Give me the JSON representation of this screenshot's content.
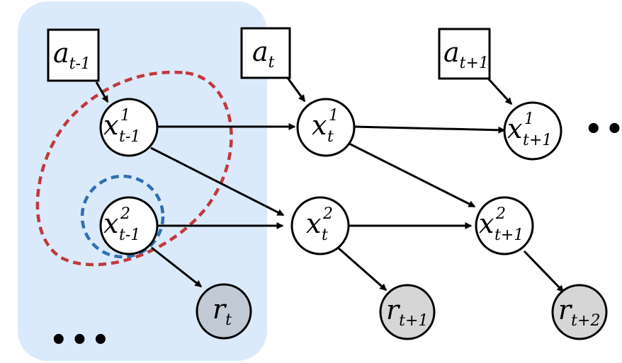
{
  "colors": {
    "panel_fill": "#dbeafb",
    "red_dashed": "#c0393b",
    "blue_dashed": "#2f6fb3",
    "observed_past": "#c2cad6",
    "observed": "#d6d6d6"
  },
  "actions": [
    {
      "base": "a",
      "sub": "t-1"
    },
    {
      "base": "a",
      "sub": "t"
    },
    {
      "base": "a",
      "sub": "t+1"
    }
  ],
  "states": [
    {
      "base": "x",
      "sup": "1",
      "sub": "t-1"
    },
    {
      "base": "x",
      "sup": "2",
      "sub": "t-1"
    },
    {
      "base": "x",
      "sup": "1",
      "sub": "t"
    },
    {
      "base": "x",
      "sup": "2",
      "sub": "t"
    },
    {
      "base": "x",
      "sup": "1",
      "sub": "t+1"
    },
    {
      "base": "x",
      "sup": "2",
      "sub": "t+1"
    }
  ],
  "rewards": [
    {
      "base": "r",
      "sub": "t"
    },
    {
      "base": "r",
      "sub": "t+1"
    },
    {
      "base": "r",
      "sub": "t+2"
    }
  ],
  "ellipsis": "•••"
}
